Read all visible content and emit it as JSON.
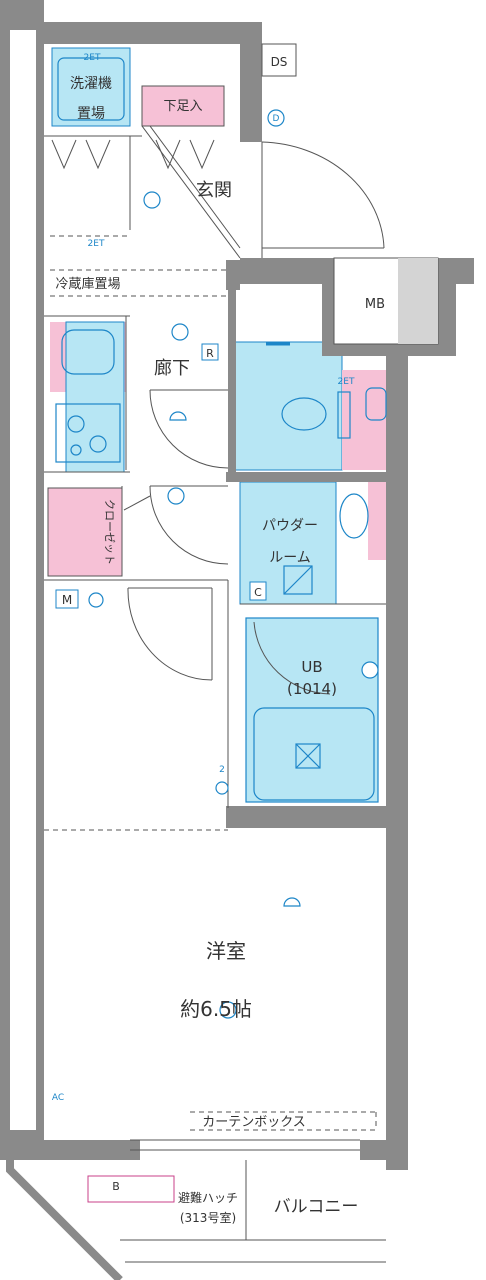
{
  "colors": {
    "wall": "#8a8a8a",
    "wall_dark": "#6e6e6e",
    "cyan_fill": "#b7e6f4",
    "pink_fill": "#f6c1d6",
    "fixture_stroke": "#1d86c8",
    "line": "#555555"
  },
  "labels": {
    "ds": "DS",
    "laundry_line1": "洗濯機",
    "laundry_line2": "置場",
    "laundry_tag": "2ET",
    "shoe_box": "下足入",
    "entrance": "玄関",
    "mb": "MB",
    "fridge": "冷蔵庫置場",
    "fridge_tag": "2ET",
    "corridor": "廊下",
    "r_box": "R",
    "toilet_tag": "2ET",
    "closet": "クローゼット",
    "powder_line1": "パウダー",
    "powder_line2": "ルーム",
    "c_box": "C",
    "m_box": "M",
    "ub_line1": "UB",
    "ub_line2": "(1014)",
    "room_name": "洋室",
    "room_size": "約6.5帖",
    "ac_tag": "AC",
    "outlet_num": "2",
    "curtain_box": "カーテンボックス",
    "b_box": "B",
    "hatch_line1": "避難ハッチ",
    "hatch_line2": "(313号室)",
    "balcony": "バルコニー",
    "d_mark": "D"
  }
}
